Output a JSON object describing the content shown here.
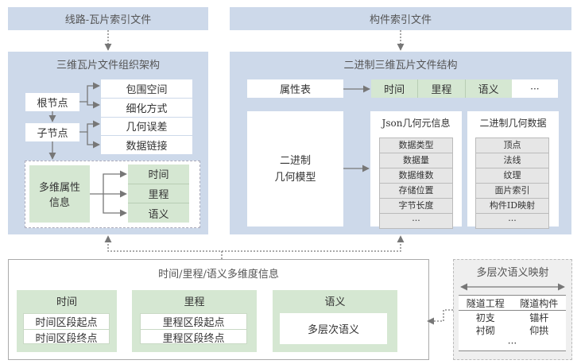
{
  "left_column": {
    "top_header": "线路-瓦片索引文件",
    "panel_title": "三维瓦片文件组织架构",
    "root_node": "根节点",
    "child_node": "子节点",
    "node_properties": [
      "包围空间",
      "细化方式",
      "几何误差",
      "数据链接"
    ],
    "multi_attr_label_line1": "多维属性",
    "multi_attr_label_line2": "信息",
    "multi_attr_items": [
      "时间",
      "里程",
      "语义"
    ]
  },
  "right_column": {
    "top_header": "构件索引文件",
    "panel_title": "二进制三维瓦片文件结构",
    "attribute_table": "属性表",
    "attribute_fields": [
      "时间",
      "里程",
      "语义",
      "···"
    ],
    "binary_model_line1": "二进制",
    "binary_model_line2": "几何模型",
    "json_meta": {
      "title": "Json几何元信息",
      "items": [
        "数据类型",
        "数据量",
        "数据维数",
        "存储位置",
        "字节长度",
        "···"
      ]
    },
    "binary_geometry": {
      "title": "二进制几何数据",
      "items": [
        "顶点",
        "法线",
        "纹理",
        "面片索引",
        "构件ID映射",
        "···"
      ]
    }
  },
  "bottom": {
    "panel_title": "时间/里程/语义多维度信息",
    "time": {
      "title": "时间",
      "items": [
        "时间区段起点",
        "时间区段终点"
      ]
    },
    "mileage": {
      "title": "里程",
      "items": [
        "里程区段起点",
        "里程区段终点"
      ]
    },
    "semantic": {
      "title": "语义",
      "content": "多层次语义"
    }
  },
  "semantic_mapping": {
    "title": "多层次语义映射",
    "headers": [
      "隧道工程",
      "隧道构件"
    ],
    "rows": [
      [
        "初支",
        "锚杆"
      ],
      [
        "衬砌",
        "仰拱"
      ]
    ],
    "ellipsis": "···"
  },
  "colors": {
    "panel_blue": "#cdd9ea",
    "attr_green": "#d5e7d2",
    "arrow_gray": "#777777",
    "border_gray": "#aaaaaa"
  }
}
